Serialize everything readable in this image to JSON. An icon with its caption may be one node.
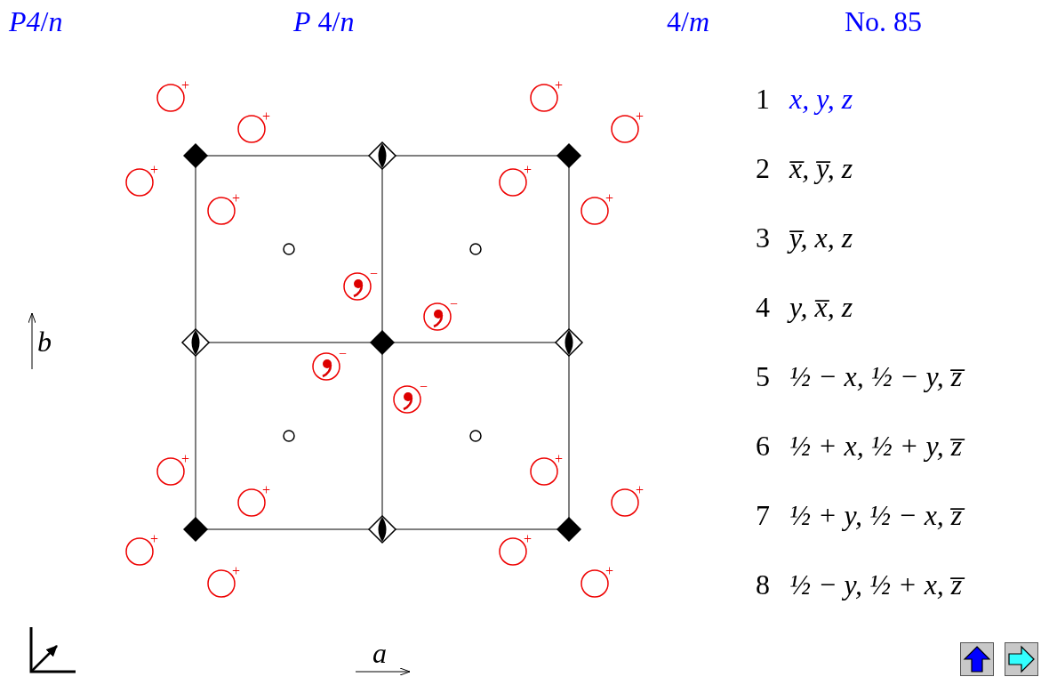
{
  "diagram": {
    "labels": [
      "*P4*/*n*",
      "*P* 4/*n*",
      "4/*m*",
      "No. 85",
      "+",
      "+",
      "+",
      "+",
      "+",
      "+",
      "+",
      "+",
      "−",
      "−",
      "−",
      "−",
      "+",
      "+",
      "+",
      "+",
      "+",
      "+",
      "+",
      "+",
      "b",
      "1",
      "x, y, z",
      "2",
      "x̅, y̅, z",
      "3",
      "y̅, x, z",
      "4",
      "y, x̅, z",
      "5",
      "½ − x, ½ − y, z̅",
      "6",
      "½ + x, ½ + y, z̅",
      "7",
      "½ + y, ½ − x, z̅",
      "8",
      "½ − y, ½ + x, z̅",
      "a"
    ]
  }
}
